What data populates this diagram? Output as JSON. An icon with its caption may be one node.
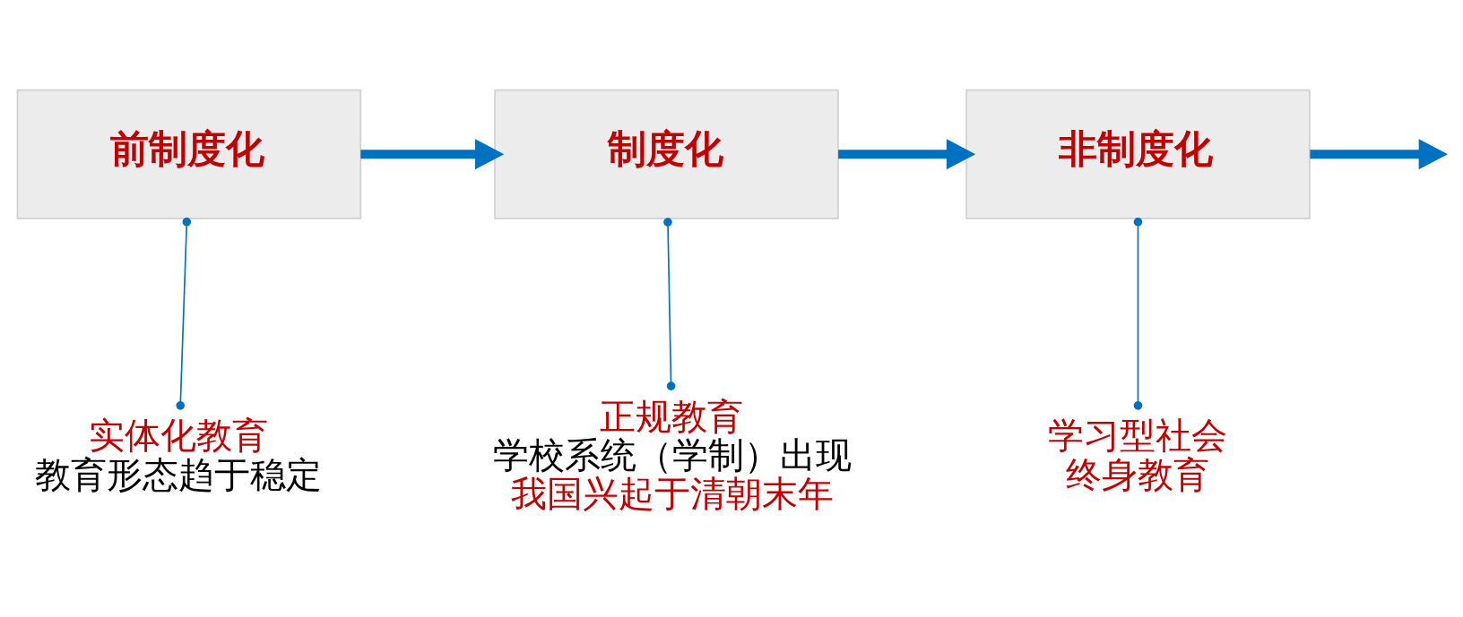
{
  "diagram": {
    "nodes": [
      {
        "text": [
          "前制度化"
        ]
      },
      {
        "text": [
          "制度化"
        ]
      },
      {
        "text": [
          "非制度化"
        ]
      },
      {
        "text": [
          "实体化教育",
          "教育形态趋于稳定"
        ]
      },
      {
        "text": [
          "正规教育",
          "学校系统（学制）出现",
          "我国兴起于清朝末年"
        ]
      },
      {
        "text": [
          "学习型社会",
          "终身教育"
        ]
      }
    ],
    "edges": [
      {
        "from": 0,
        "to": 1,
        "arrow": "to",
        "style": "thick",
        "color": "#0070c0"
      },
      {
        "from": 1,
        "to": 2,
        "arrow": "to",
        "style": "thick",
        "color": "#0070c0"
      },
      {
        "from": 2,
        "to": null,
        "arrow": "to",
        "style": "thick",
        "color": "#0070c0"
      },
      {
        "from": 3,
        "to": 0,
        "arrow": "other"
      },
      {
        "from": 4,
        "to": 1,
        "arrow": "other"
      },
      {
        "from": 5,
        "to": 2,
        "arrow": "other"
      }
    ]
  }
}
